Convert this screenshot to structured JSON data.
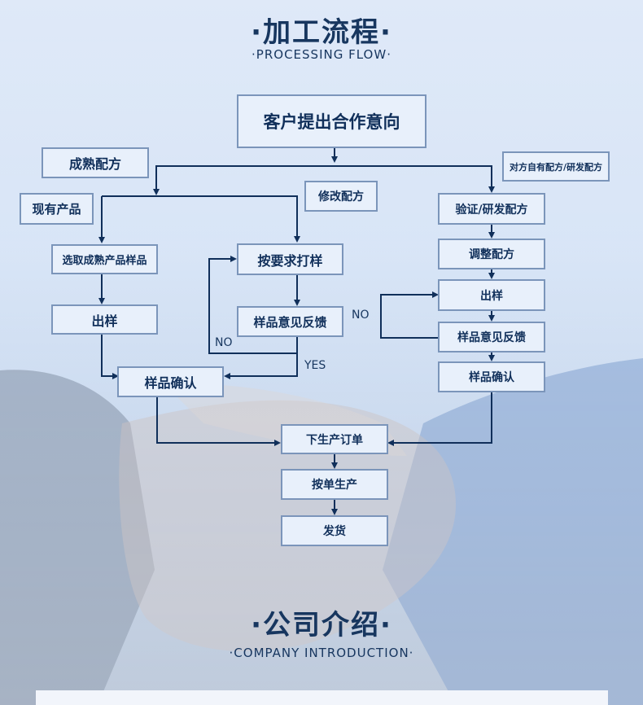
{
  "header": {
    "title_cn": "·加工流程·",
    "title_en": "·PROCESSING FLOW·"
  },
  "flow": {
    "start": "客户提出合作意向",
    "mature_formula": "成熟配方",
    "existing_product": "现有产品",
    "modify_formula": "修改配方",
    "own_formula": "对方自有配方/研发配方",
    "select_sample": "选取成熟产品样品",
    "sample_left": "出样",
    "confirm_left": "样品确认",
    "make_by_req": "按要求打样",
    "feedback_mid": "样品意见反馈",
    "verify_formula": "验证/研发配方",
    "adjust_formula": "调整配方",
    "sample_right": "出样",
    "feedback_right": "样品意见反馈",
    "confirm_right": "样品确认",
    "order": "下生产订单",
    "produce": "按单生产",
    "ship": "发货",
    "no_mid": "NO",
    "yes_mid": "YES",
    "no_right": "NO"
  },
  "intro": {
    "title_cn": "·公司介绍·",
    "title_en": "·COMPANY INTRODUCTION·"
  }
}
